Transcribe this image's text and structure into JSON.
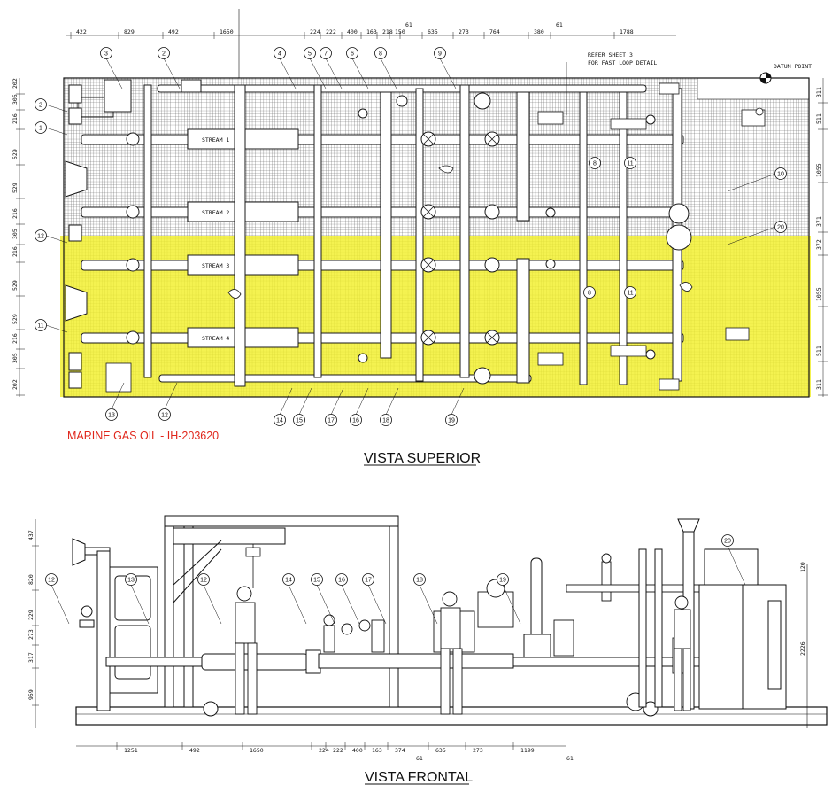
{
  "top_view": {
    "caption": "VISTA SUPERIOR",
    "subtitle": "MARINE GAS OIL - IH-203620",
    "note_line1": "REFER SHEET 3",
    "note_line2": "FOR FAST LOOP DETAIL",
    "datum_label": "DATUM POINT",
    "stream_labels": [
      "STREAM 1",
      "STREAM 2",
      "STREAM 3",
      "STREAM 4"
    ],
    "top_dims": [
      "422",
      "829",
      "492",
      "1650",
      "224",
      "222",
      "400",
      "163",
      "218",
      "150",
      "61",
      "635",
      "273",
      "764",
      "380",
      "61",
      "1788"
    ],
    "left_dims": [
      "202",
      "305",
      "216",
      "529",
      "529",
      "216",
      "305",
      "216",
      "529",
      "529",
      "216",
      "305",
      "202"
    ],
    "right_dims": [
      "311",
      "511",
      "1055",
      "371",
      "372",
      "1055",
      "511",
      "311"
    ],
    "top_bubbles": [
      "3",
      "2",
      "4",
      "5",
      "7",
      "6",
      "8",
      "9"
    ],
    "left_bubbles": [
      "2",
      "1",
      "12",
      "11"
    ],
    "bottom_bubbles": [
      "13",
      "12",
      "14",
      "15",
      "17",
      "16",
      "18",
      "19"
    ],
    "right_bubbles": [
      "10",
      "20"
    ],
    "inner_bubbles": [
      "8",
      "11",
      "8",
      "11"
    ],
    "highlight_color": "#f2ef2a"
  },
  "front_view": {
    "caption": "VISTA FRONTAL",
    "bottom_dims": [
      "1251",
      "492",
      "1650",
      "224",
      "222",
      "400",
      "163",
      "374",
      "635",
      "273",
      "1199"
    ],
    "sub_dims": [
      "61",
      "61"
    ],
    "left_dims": [
      "437",
      "820",
      "229",
      "273",
      "317",
      "959"
    ],
    "right_dims": [
      "120",
      "2226"
    ],
    "bubbles": [
      "12",
      "13",
      "12",
      "14",
      "15",
      "16",
      "17",
      "18",
      "19",
      "20"
    ]
  }
}
